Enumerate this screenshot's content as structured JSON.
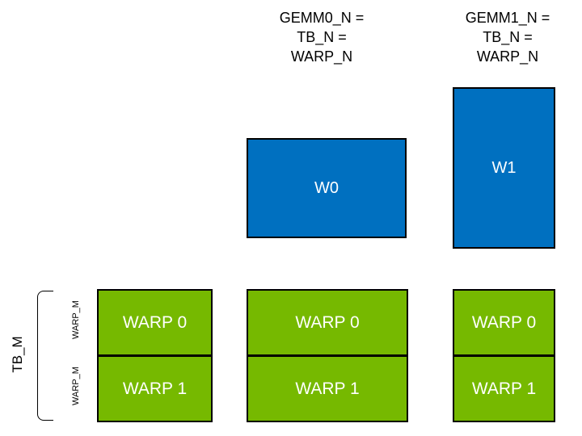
{
  "colors": {
    "blue": "#0070C0",
    "green": "#76B900",
    "border": "#000000"
  },
  "top_labels": [
    {
      "lines": [
        "GEMM0_N =",
        "TB_N =",
        "WARP_N"
      ]
    },
    {
      "lines": [
        "GEMM1_N =",
        "TB_N =",
        "WARP_N"
      ]
    }
  ],
  "blue_boxes": [
    {
      "label": "W0"
    },
    {
      "label": "W1"
    }
  ],
  "left_axis": {
    "tb_label": "TB_M",
    "warp_labels": [
      "WARP_M",
      "WARP_M"
    ]
  },
  "warp_columns": [
    {
      "rows": [
        "WARP 0",
        "WARP 1"
      ]
    },
    {
      "rows": [
        "WARP 0",
        "WARP 1"
      ]
    },
    {
      "rows": [
        "WARP 0",
        "WARP 1"
      ]
    }
  ]
}
